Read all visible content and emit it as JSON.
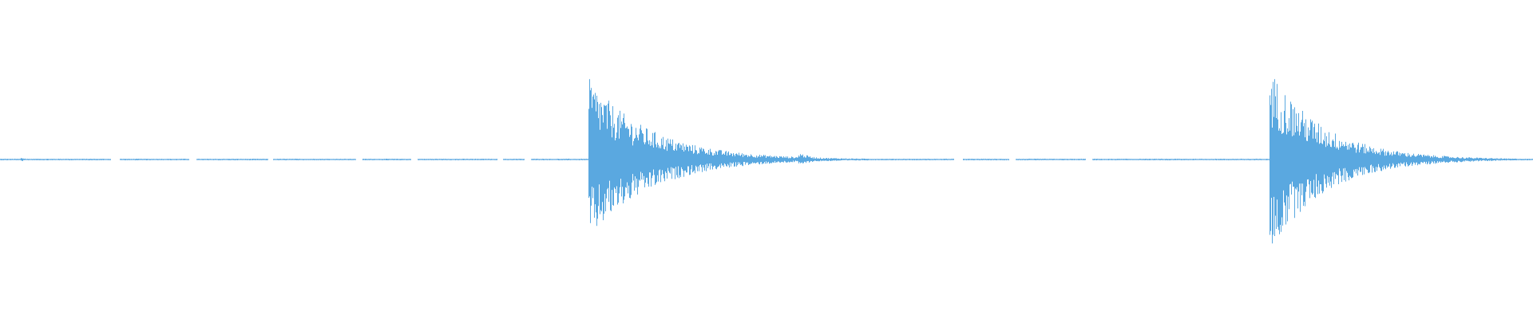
{
  "waveform": {
    "color": "#5aa8e0",
    "background": "#ffffff",
    "duration_fraction_events": [
      {
        "position": 0.014,
        "peak_up": 0.02,
        "peak_down": 0.02,
        "decay": 0.004
      },
      {
        "position": 0.3845,
        "peak_up": 0.84,
        "peak_down": 0.84,
        "decay": 0.04
      },
      {
        "position": 0.5215,
        "peak_up": 0.07,
        "peak_down": 0.06,
        "decay": 0.01
      },
      {
        "position": 0.8285,
        "peak_up": 0.94,
        "peak_down": 0.96,
        "decay": 0.035
      }
    ],
    "noise_floor": 0.008,
    "gaps": [
      [
        0.072,
        0.078
      ],
      [
        0.123,
        0.128
      ],
      [
        0.175,
        0.178
      ],
      [
        0.232,
        0.236
      ],
      [
        0.268,
        0.272
      ],
      [
        0.324,
        0.328
      ],
      [
        0.342,
        0.346
      ],
      [
        0.5,
        0.503
      ],
      [
        0.622,
        0.628
      ],
      [
        0.658,
        0.662
      ],
      [
        0.708,
        0.712
      ],
      [
        0.918,
        0.928
      ]
    ]
  }
}
